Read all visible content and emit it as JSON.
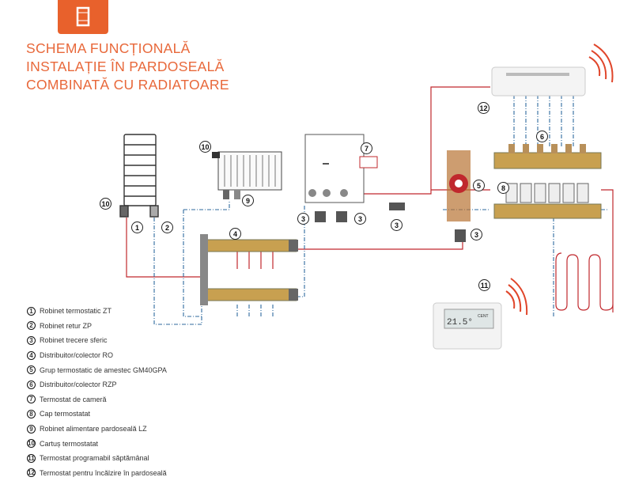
{
  "title_lines": [
    "SCHEMA FUNCȚIONALĂ",
    "INSTALAȚIE ÎN PARDOSEALĂ",
    "COMBINATĂ CU RADIATOARE"
  ],
  "logo_icon": "radiator-icon",
  "colors": {
    "accent": "#e8612c",
    "supply_pipe": "#c0282d",
    "return_pipe": "#2f6a9e"
  },
  "legend": [
    {
      "num": "1",
      "label": "Robinet termostatic ZT"
    },
    {
      "num": "2",
      "label": "Robinet retur ZP"
    },
    {
      "num": "3",
      "label": "Robinet trecere sferic"
    },
    {
      "num": "4",
      "label": "Distribuitor/colector RO"
    },
    {
      "num": "5",
      "label": "Grup termostatic de amestec GM40GPA"
    },
    {
      "num": "6",
      "label": "Distribuitor/colector RZP"
    },
    {
      "num": "7",
      "label": "Termostat de cameră"
    },
    {
      "num": "8",
      "label": "Cap termostatat"
    },
    {
      "num": "9",
      "label": "Robinet alimentare pardoseală LZ"
    },
    {
      "num": "10",
      "label": "Cartuș termostatat"
    },
    {
      "num": "11",
      "label": "Termostat programabil săptămânal"
    },
    {
      "num": "12",
      "label": "Termostat pentru încălzire în pardoseală"
    }
  ],
  "thermostat_display": {
    "temperature": "21.5°",
    "mode": "CENT"
  }
}
